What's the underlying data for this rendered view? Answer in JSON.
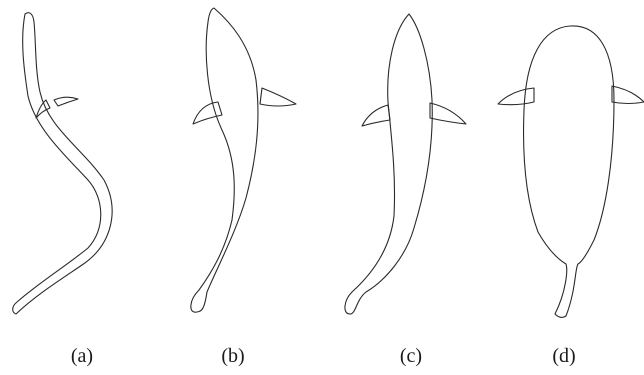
{
  "figure": {
    "panels": [
      {
        "label": "(a)",
        "icon": "slender-undulating-body-icon"
      },
      {
        "label": "(b)",
        "icon": "elongated-body-icon"
      },
      {
        "label": "(c)",
        "icon": "streamlined-body-icon"
      },
      {
        "label": "(d)",
        "icon": "rounded-body-thin-tail-icon"
      }
    ],
    "colors": {
      "outline": "#2a2a2a",
      "background": "#ffffff",
      "label": "#1a1a1a"
    }
  }
}
